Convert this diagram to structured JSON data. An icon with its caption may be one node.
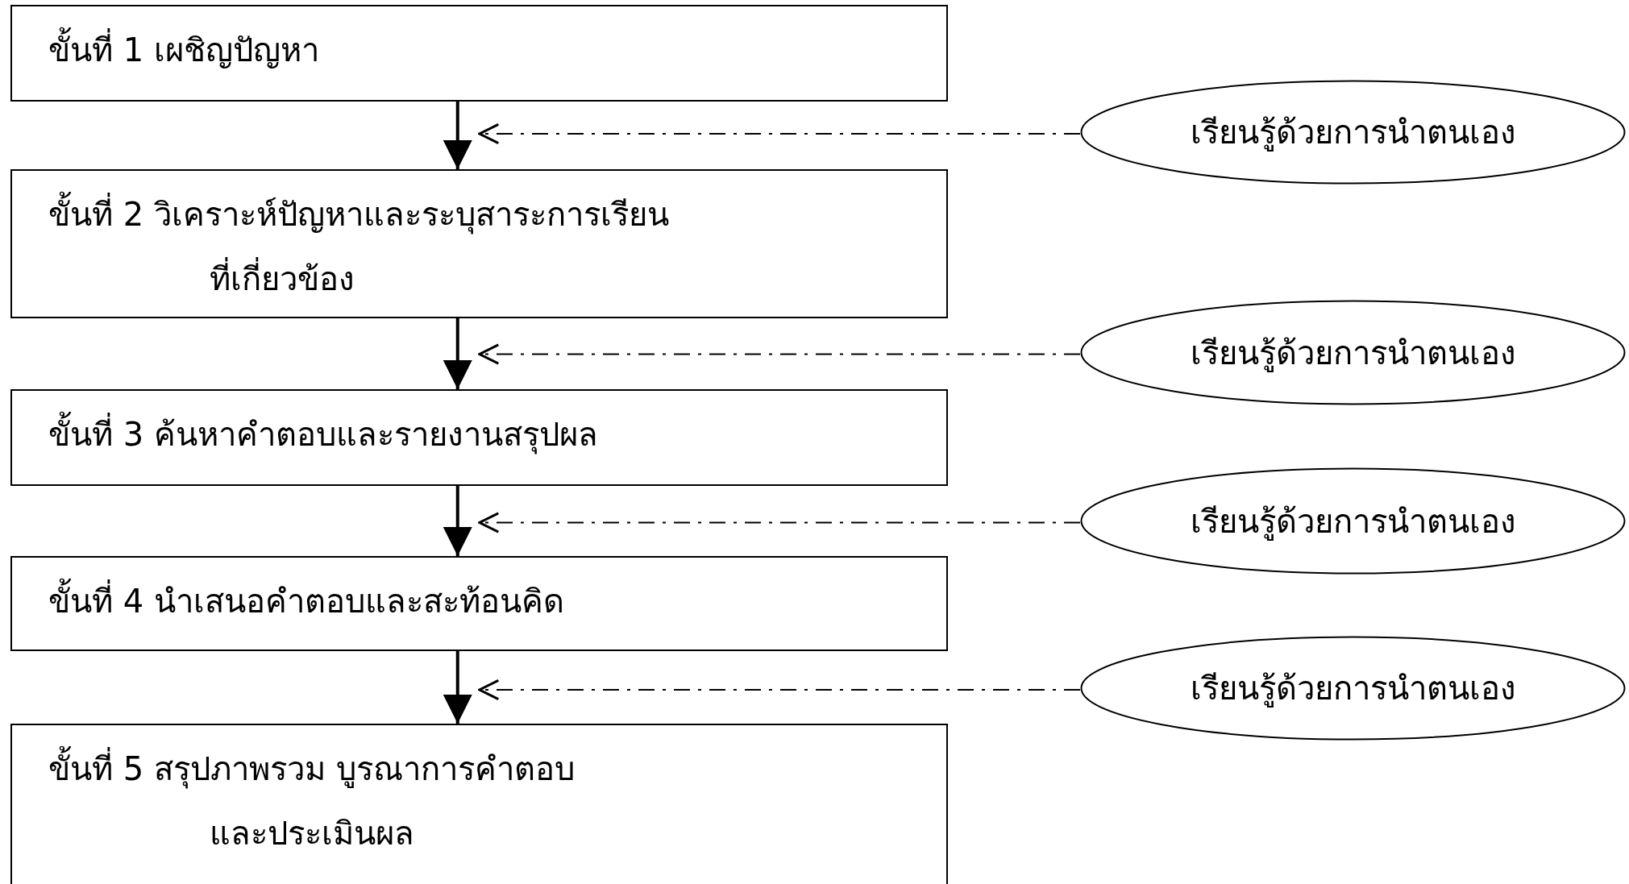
{
  "diagram": {
    "nodes": [
      {
        "text": [
          "ขั้นที่ 1 เผชิญปัญหา"
        ]
      },
      {
        "text": [
          "ขั้นที่ 2 วิเคราะห์ปัญหาและระบุสาระการเรียนที่เกี่ยวข้อง"
        ]
      },
      {
        "text": [
          "ขั้นที่ 3 ค้นหาคำตอบและรายงานสรุปผล"
        ]
      },
      {
        "text": [
          "ขั้นที่ 4 นำเสนอคำตอบและสะท้อนคิด"
        ]
      },
      {
        "text": [
          "ขั้นที่ 5 สรุปภาพรวม บูรณาการคำตอบ และประเมินผล"
        ]
      },
      {
        "text": [
          "เรียนรู้ด้วยการนำตนเอง"
        ]
      },
      {
        "text": [
          "เรียนรู้ด้วยการนำตนเอง"
        ]
      },
      {
        "text": [
          "เรียนรู้ด้วยการนำตนเอง"
        ]
      },
      {
        "text": [
          "เรียนรู้ด้วยการนำตนเอง"
        ]
      }
    ],
    "edges": [
      {
        "from": 0,
        "to": 1,
        "arrow": "to"
      },
      {
        "from": 1,
        "to": 2,
        "arrow": "to"
      },
      {
        "from": 2,
        "to": 3,
        "arrow": "to"
      },
      {
        "from": 3,
        "to": 4,
        "arrow": "to"
      },
      {
        "from": 5,
        "to": 0,
        "arrow": "to",
        "style": "dashed"
      },
      {
        "from": 6,
        "to": 2,
        "arrow": "to",
        "style": "dashed"
      },
      {
        "from": 7,
        "to": 3,
        "arrow": "to",
        "style": "dashed"
      },
      {
        "from": 8,
        "to": 4,
        "arrow": "to",
        "style": "dashed"
      }
    ]
  }
}
